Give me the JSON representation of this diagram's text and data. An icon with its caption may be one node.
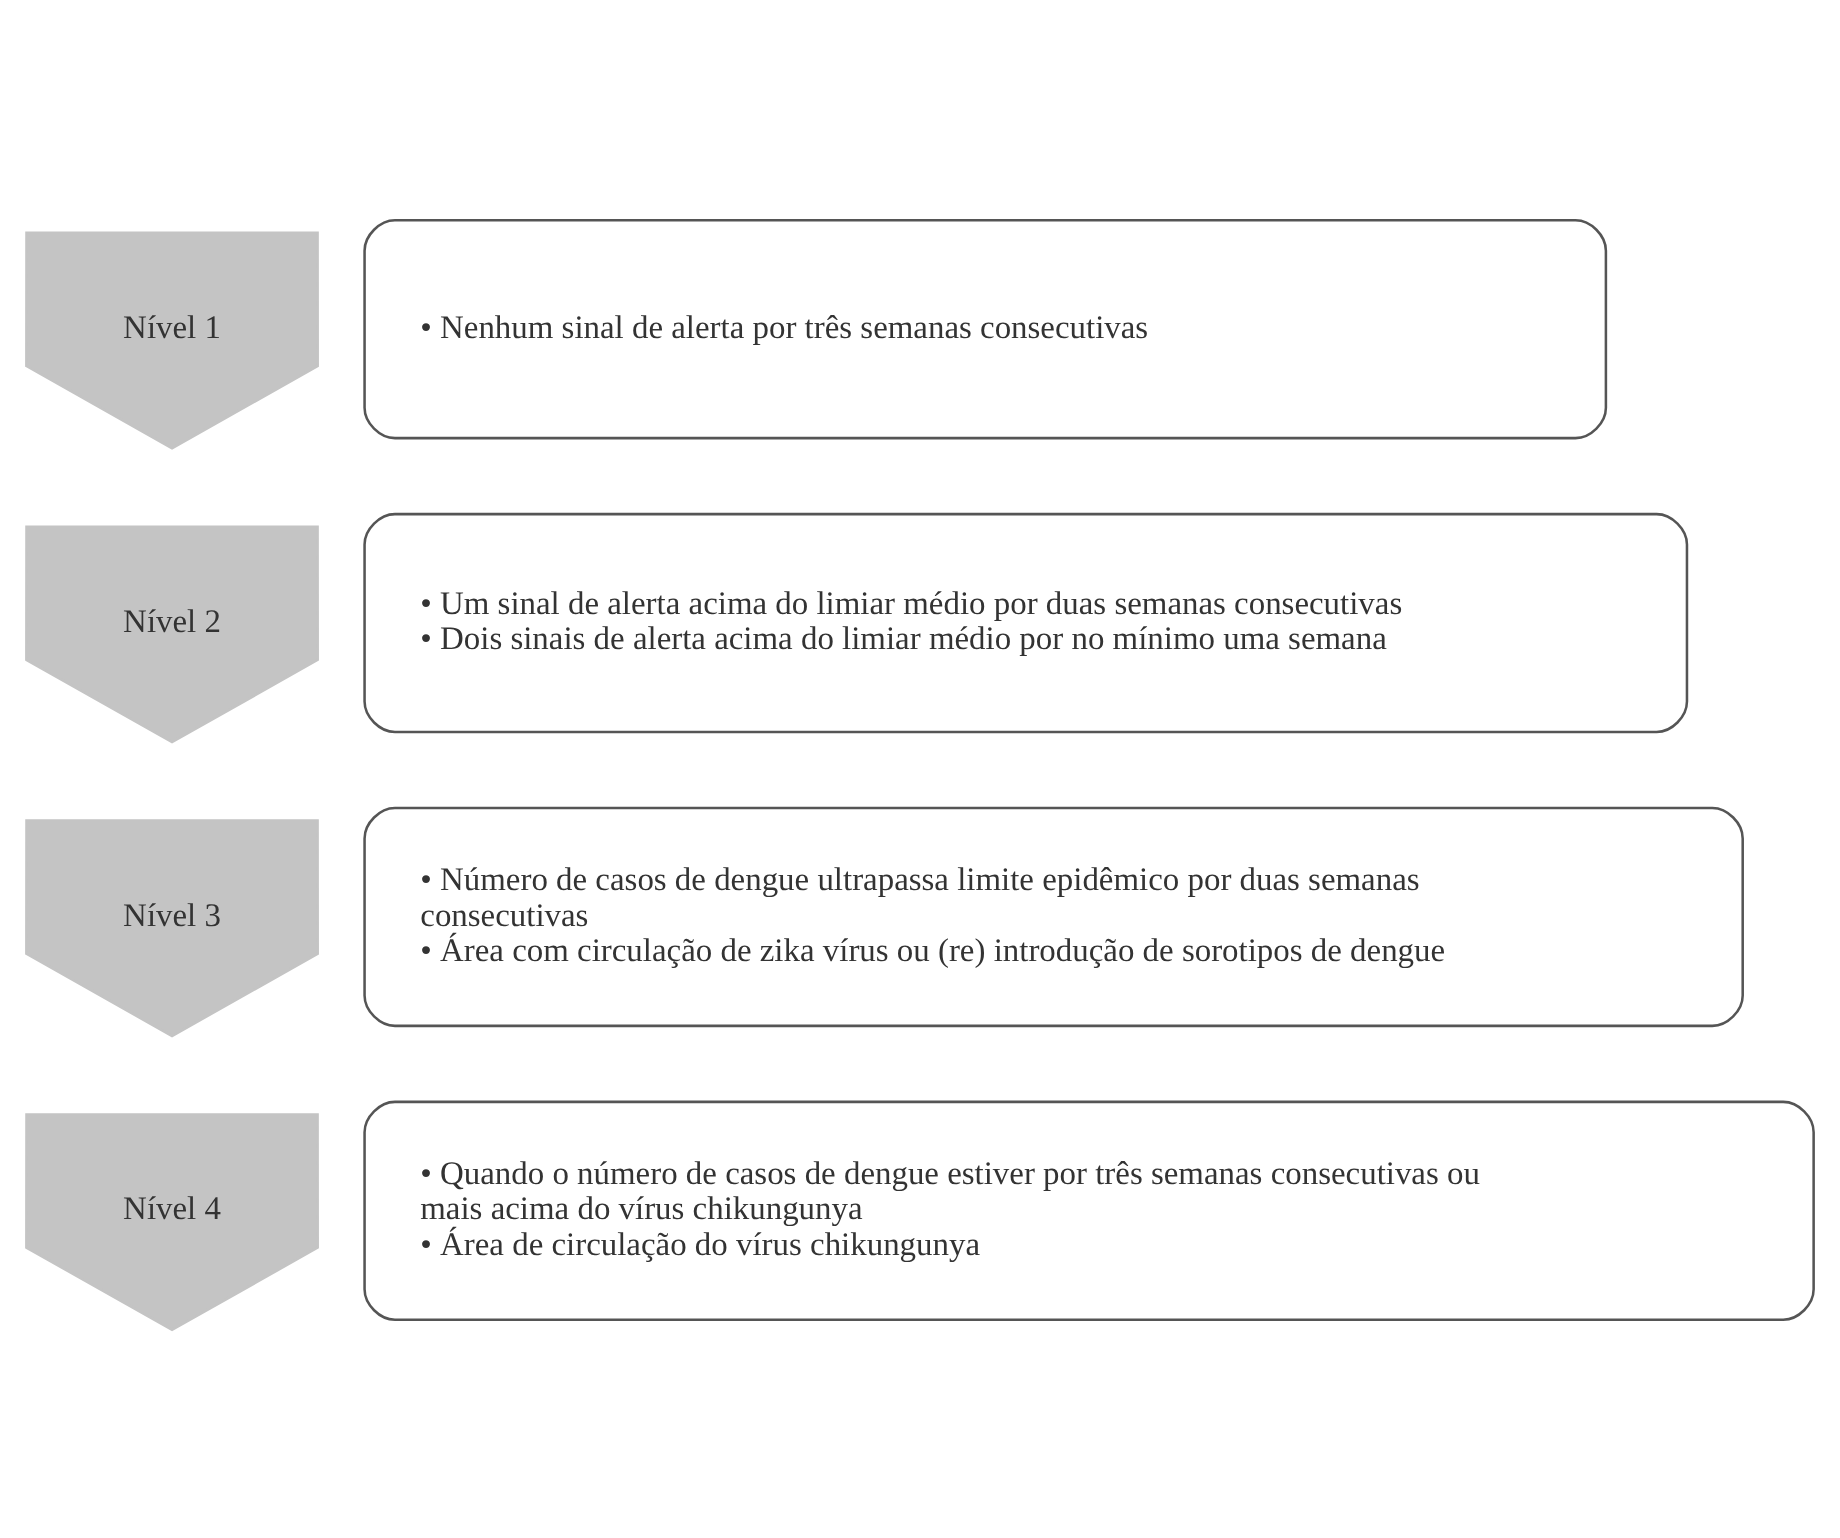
{
  "diagram": {
    "nodes": [
      {
        "text": [
          "Nível 1"
        ]
      },
      {
        "text": [
          "• Nenhum sinal de alerta por três semanas consecutivas"
        ]
      },
      {
        "text": [
          "Nível 2"
        ]
      },
      {
        "text": [
          "• Um sinal de alerta acima do limiar médio por duas semanas consecutivas",
          "• Dois sinais de alerta acima do limiar médio por no mínimo uma semana"
        ]
      },
      {
        "text": [
          "Nível 3"
        ]
      },
      {
        "text": [
          "• Número de casos de dengue ultrapassa limite epidêmico por duas semanas consecutivas",
          "• Área com circulação de zika vírus ou (re) introdução de sorotipos de dengue"
        ]
      },
      {
        "text": [
          "Nível 4"
        ]
      },
      {
        "text": [
          "• Quando o número de casos de dengue estiver por três semanas consecutivas ou mais acima do vírus chikungunya",
          "• Área de circulação do vírus chikungunya"
        ]
      }
    ]
  }
}
